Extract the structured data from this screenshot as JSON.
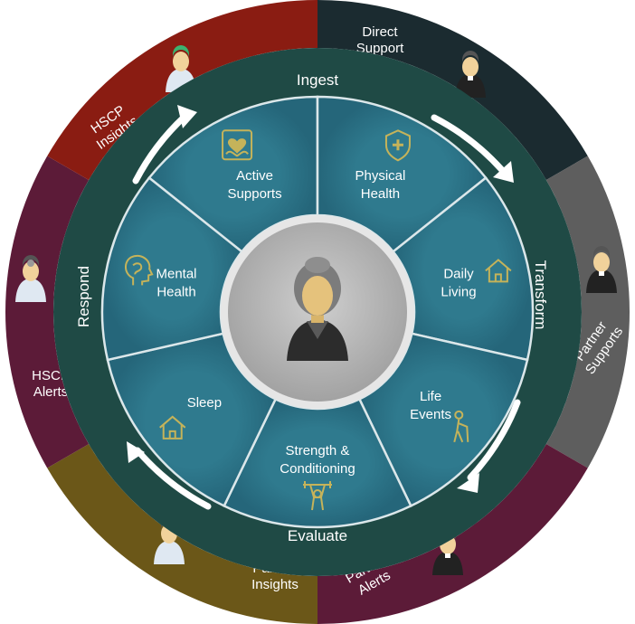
{
  "center": {
    "avatar_icon": "elderly-person-icon"
  },
  "cycle": {
    "top": "Ingest",
    "right": "Transform",
    "bottom": "Evaluate",
    "left": "Respond"
  },
  "segments": [
    {
      "id": "active-supports",
      "line1": "Active",
      "line2": "Supports",
      "icon": "hands-heart-icon"
    },
    {
      "id": "physical-health",
      "line1": "Physical",
      "line2": "Health",
      "icon": "shield-plus-icon"
    },
    {
      "id": "daily-living",
      "line1": "Daily",
      "line2": "Living",
      "icon": "house-icon"
    },
    {
      "id": "life-events",
      "line1": "Life",
      "line2": "Events",
      "icon": "elderly-walker-icon"
    },
    {
      "id": "strength-conditioning",
      "line1": "Strength &",
      "line2": "Conditioning",
      "icon": "weightlifter-icon"
    },
    {
      "id": "sleep",
      "line1": "Sleep",
      "line2": "",
      "icon": "house-icon"
    },
    {
      "id": "mental-health",
      "line1": "Mental",
      "line2": "Health",
      "icon": "head-brain-icon"
    }
  ],
  "outer": [
    {
      "id": "direct-support",
      "line1": "Direct",
      "line2": "Support",
      "color": "#1b2b30",
      "icon": "priest-person-icon"
    },
    {
      "id": "partner-supports",
      "line1": "Partner",
      "line2": "Supports",
      "color": "#5e5e5e",
      "icon": "priest-person-icon"
    },
    {
      "id": "partner-alerts",
      "line1": "Partner",
      "line2": "Alerts",
      "color": "#5c1b38",
      "icon": "priest-person-icon"
    },
    {
      "id": "partner-insights",
      "line1": "Partner",
      "line2": "Insights",
      "color": "#6b5718",
      "icon": "doctor-icon"
    },
    {
      "id": "hscp-alerts",
      "line1": "HSCP",
      "line2": "Alerts",
      "color": "#5c1b38",
      "icon": "doctor-icon"
    },
    {
      "id": "hscp-insights",
      "line1": "HSCP",
      "line2": "Insights",
      "color": "#8a1c12",
      "icon": "surgeon-icon"
    }
  ],
  "colors": {
    "ring": "#1f4a45",
    "segment": "#2b6f82",
    "segment_stroke": "#dbe7ea",
    "icon": "#c5b35a",
    "center_border": "#e4e4e4",
    "center_fill": "#b9b9b9"
  }
}
